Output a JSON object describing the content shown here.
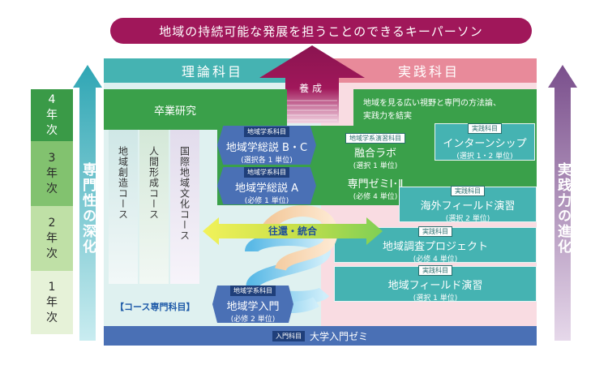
{
  "banner": "地域の持続可能な発展を担うことのできるキーパーソン",
  "theory_header": "理論科目",
  "practice_header": "実践科目",
  "cultivate_label": "養成",
  "years": [
    {
      "num": "4",
      "unit": "年",
      "suffix": "次"
    },
    {
      "num": "3",
      "unit": "年",
      "suffix": "次"
    },
    {
      "num": "2",
      "unit": "年",
      "suffix": "次"
    },
    {
      "num": "1",
      "unit": "年",
      "suffix": "次"
    }
  ],
  "left_side_label": "専門性の深化",
  "right_side_label": "実践力の進化",
  "graduation_research": "卒業研究",
  "practice_goal": {
    "line1": "地域を見る広い視野と専門の方法論、",
    "line2": "実践力を結実"
  },
  "courses": [
    "地域創造コース",
    "人間形成コース",
    "国際地域文化コース"
  ],
  "course_subjects_label": "【コース専門科目】",
  "intro_seminar": {
    "tag": "入門科目",
    "title": "大学入門ゼミ"
  },
  "exchange_label": "往還・統合",
  "boxes": {
    "general_bc": {
      "tag": "地域学系科目",
      "title": "地域学総説 B・C",
      "sub": "(選択各 1 単位)"
    },
    "general_a": {
      "tag": "地域学系科目",
      "title": "地域学総説 A",
      "sub": "(必修 1 単位)"
    },
    "intro": {
      "tag": "地域学系科目",
      "title": "地域学入門",
      "sub": "(必修 2 単位)"
    },
    "fusion_lab": {
      "tag": "地域学系演習科目",
      "title": "融合ラボ",
      "sub": "(選択 1 単位)"
    },
    "seminar": {
      "title": "専門ゼミⅠ･Ⅱ",
      "sub": "(必修 4 単位)"
    },
    "internship": {
      "tag": "実践科目",
      "title": "インターンシップ",
      "sub": "(選択 1・2 単位)"
    },
    "overseas": {
      "tag": "実践科目",
      "title": "海外フィールド演習",
      "sub": "(選択 2 単位)"
    },
    "survey": {
      "tag": "実践科目",
      "title": "地域調査プロジェクト",
      "sub": "(必修 4 単位)"
    },
    "field": {
      "tag": "実践科目",
      "title": "地域フィールド演習",
      "sub": "(選択 1 単位)"
    }
  },
  "colors": {
    "banner": "#a0175a",
    "theory": "#45b3b2",
    "practice": "#e88a9a",
    "green": "#3aa04a",
    "hex": "#4a70b5",
    "intro_bar": "#4a70b5"
  }
}
